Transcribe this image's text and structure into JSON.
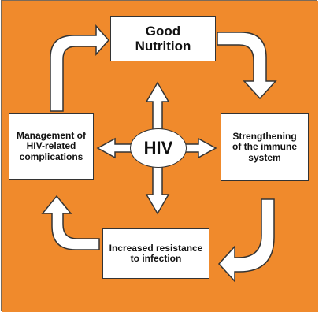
{
  "colors": {
    "background": "#f08a2c",
    "box_fill": "#ffffff",
    "outline": "#333333"
  },
  "center": {
    "label": "HIV"
  },
  "boxes": {
    "top": "Good\nNutrition",
    "right": "Strengthening\nof the immune\nsystem",
    "bottom": "Increased resistance\nto infection",
    "left": "Management of\nHIV-related\ncomplications"
  },
  "icons": [
    "curved-arrow-icon",
    "double-arrow-icon"
  ]
}
